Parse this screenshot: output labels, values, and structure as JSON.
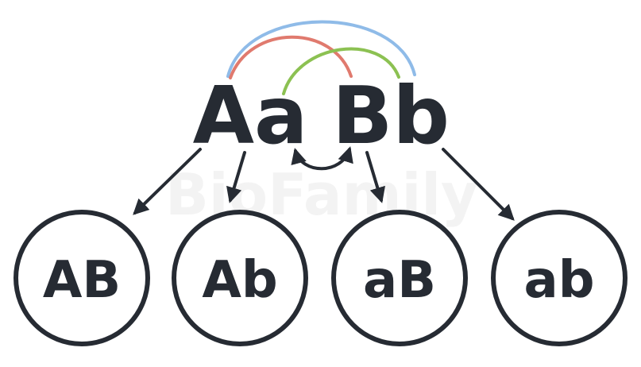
{
  "watermark": "BioFamily",
  "parent": {
    "allele_pair_1": "Aa",
    "allele_pair_2": "Bb"
  },
  "gametes": [
    {
      "label": "AB"
    },
    {
      "label": "Ab"
    },
    {
      "label": "aB"
    },
    {
      "label": "ab"
    }
  ],
  "colors": {
    "ink": "#262b33",
    "arc_outer": "#8fbbe8",
    "arc_inner": "#e07a6e",
    "arc_cross": "#8cc152"
  }
}
